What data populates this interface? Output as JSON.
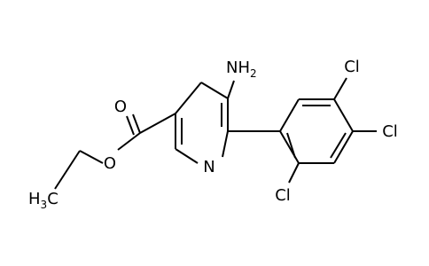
{
  "structure": {
    "atoms": {
      "amino": {
        "main": "NH",
        "sub": "2"
      },
      "ring_nitrogen": "N",
      "carbonyl_oxygen": "O",
      "ester_oxygen": "O",
      "methyl": {
        "main": "H",
        "sub": "3",
        "tail": "C"
      },
      "chloro_1": "Cl",
      "chloro_2": "Cl",
      "chloro_3": "Cl"
    },
    "colors": {
      "bond": "#000000",
      "text": "#000000",
      "background": "#ffffff"
    }
  }
}
